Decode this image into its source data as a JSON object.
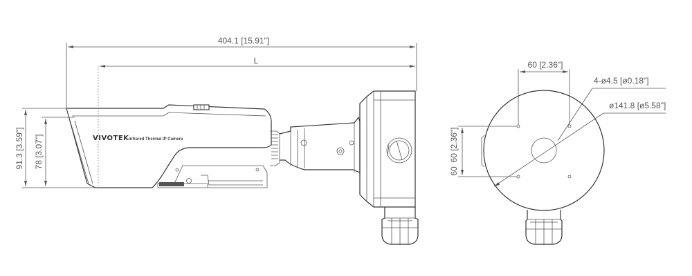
{
  "side_view": {
    "overall_length": "404.1 [15.91\"]",
    "length_L": "L",
    "height_outer": "91.3 [3.59\"]",
    "height_inner": "78 [3.07\"]",
    "brand": "VIVOTEK",
    "product_label": "Infrared Thermal IP Camera"
  },
  "front_view": {
    "hole_spacing_h": "60 [2.36\"]",
    "hole_spec": "4-ø4.5 [ø0.18\"]",
    "diameter": "ø141.8 [ø5.58\"]",
    "hole_spacing_v1": "60 [2.36\"]",
    "hole_spacing_v2": "60"
  }
}
